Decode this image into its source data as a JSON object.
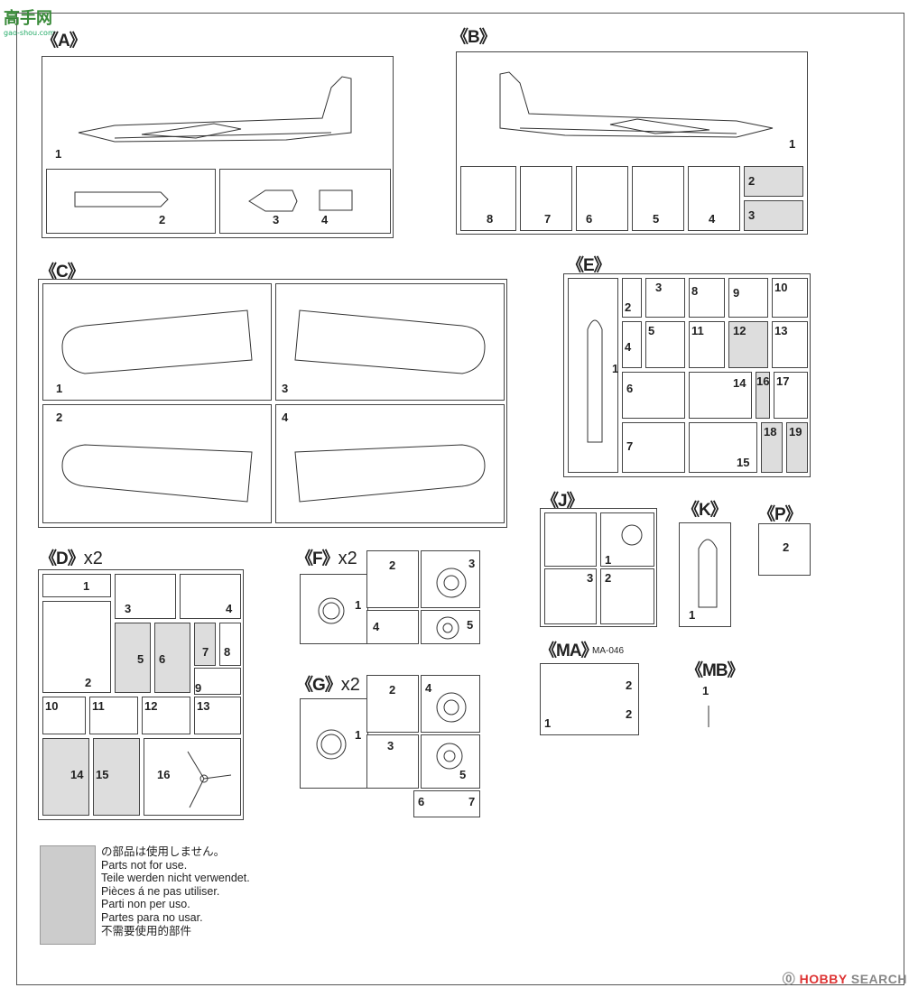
{
  "logo_text": "高手网",
  "logo_sub": "gao-shou.com",
  "watermark": {
    "brand": "HOBBY",
    "rest": "SEARCH",
    "prefix": "⓪"
  },
  "sections": {
    "A": "《A》",
    "B": "《B》",
    "C": "《C》",
    "D": "《D》",
    "E": "《E》",
    "F": "《F》",
    "G": "《G》",
    "J": "《J》",
    "K": "《K》",
    "P": "《P》",
    "MA": "《MA》",
    "MB": "《MB》"
  },
  "multiplier": "x2",
  "ma_code": "MA-046",
  "parts": {
    "A": [
      "1",
      "2",
      "3",
      "4"
    ],
    "B": [
      "1",
      "2",
      "3",
      "4",
      "5",
      "6",
      "7",
      "8"
    ],
    "C": [
      "1",
      "2",
      "3",
      "4"
    ],
    "D": [
      "1",
      "2",
      "3",
      "4",
      "5",
      "6",
      "7",
      "8",
      "9",
      "10",
      "11",
      "12",
      "13",
      "14",
      "15",
      "16"
    ],
    "E": [
      "1",
      "2",
      "3",
      "4",
      "5",
      "6",
      "7",
      "8",
      "9",
      "10",
      "11",
      "12",
      "13",
      "14",
      "15",
      "16",
      "17",
      "18",
      "19"
    ],
    "F": [
      "1",
      "2",
      "3",
      "4",
      "5"
    ],
    "G": [
      "1",
      "2",
      "3",
      "4",
      "5",
      "6",
      "7"
    ],
    "J": [
      "1",
      "2",
      "3"
    ],
    "K": [
      "1"
    ],
    "P": [
      "2"
    ],
    "MA": [
      "1",
      "2",
      "2"
    ],
    "MB": [
      "1"
    ]
  },
  "legend": [
    "の部品は使用しません。",
    "Parts not for use.",
    "Teile werden nicht verwendet.",
    "Pièces á ne pas utiliser.",
    "Parti non per uso.",
    "Partes para no usar.",
    "不需要使用的部件"
  ]
}
